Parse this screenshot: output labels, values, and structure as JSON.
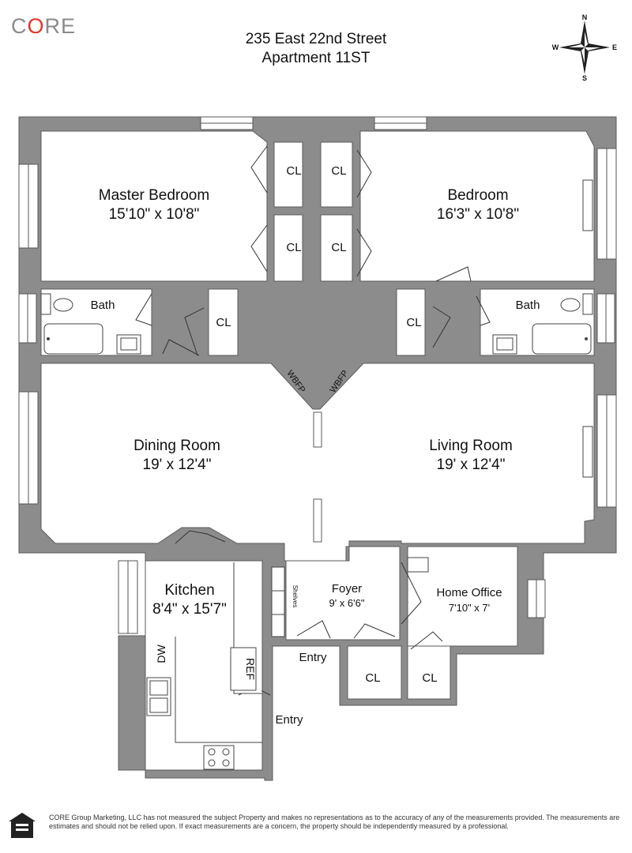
{
  "brand": {
    "logo_prefix": "C",
    "logo_o": "O",
    "logo_suffix": "RE"
  },
  "header": {
    "address_line1": "235 East 22nd Street",
    "address_line2": "Apartment 11ST"
  },
  "compass": {
    "n": "N",
    "s": "S",
    "e": "E",
    "w": "W"
  },
  "rooms": {
    "master_bedroom": {
      "name": "Master Bedroom",
      "dims": "15'10\" x 10'8\""
    },
    "bedroom": {
      "name": "Bedroom",
      "dims": "16'3\" x 10'8\""
    },
    "bath_left": {
      "name": "Bath"
    },
    "bath_right": {
      "name": "Bath"
    },
    "dining_room": {
      "name": "Dining Room",
      "dims": "19' x 12'4\""
    },
    "living_room": {
      "name": "Living Room",
      "dims": "19' x 12'4\""
    },
    "kitchen": {
      "name": "Kitchen",
      "dims": "8'4\" x 15'7\""
    },
    "foyer": {
      "name": "Foyer",
      "dims": "9' x 6'6\""
    },
    "home_office": {
      "name": "Home Office",
      "dims": "7'10\" x 7'"
    }
  },
  "labels": {
    "closet": "CL",
    "wbfp": "WBFP",
    "shelves": "Shelves",
    "dw": "DW",
    "ref": "REF",
    "entry_foyer": "Entry",
    "entry_kitchen": "Entry"
  },
  "footer": {
    "disclaimer": "CORE Group Marketing, LLC has not measured the subject Property and makes no representations as to the accuracy of any of the measurements provided. The measurements are estimates and should not be relied upon. If exact measurements are a concern, the property should be independently measured by a professional."
  },
  "colors": {
    "wall": "#8c8c8c",
    "logo_gray": "#8a8a8a",
    "logo_accent": "#e0342a"
  },
  "icons": [
    "compass-rose-icon",
    "equal-housing-icon"
  ]
}
